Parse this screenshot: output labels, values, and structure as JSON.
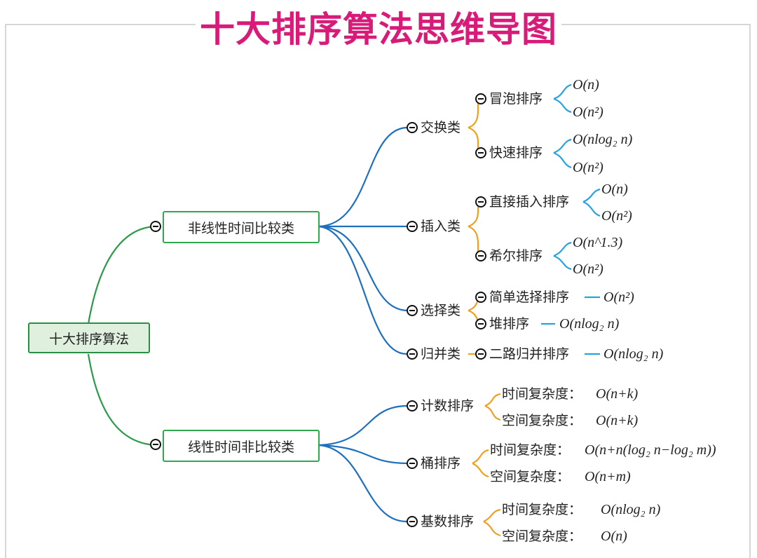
{
  "title": "十大排序算法思维导图",
  "root": {
    "label": "十大排序算法"
  },
  "groups": [
    {
      "label": "非线性时间比较类"
    },
    {
      "label": "线性时间非比较类"
    }
  ],
  "nonlinear": {
    "exchange": {
      "label": "交换类",
      "bubble": {
        "label": "冒泡排序",
        "c1": "O(n)",
        "c2": "O(n²)"
      },
      "quick": {
        "label": "快速排序",
        "c1": "O(nlog₂ n)",
        "c2": "O(n²)"
      }
    },
    "insert": {
      "label": "插入类",
      "direct": {
        "label": "直接插入排序",
        "c1": "O(n)",
        "c2": "O(n²)"
      },
      "shell": {
        "label": "希尔排序",
        "c1": "O(n^1.3)",
        "c2": "O(n²)"
      }
    },
    "select": {
      "label": "选择类",
      "simple": {
        "label": "简单选择排序",
        "c": "O(n²)"
      },
      "heap": {
        "label": "堆排序",
        "c": "O(nlog₂ n)"
      }
    },
    "merge": {
      "label": "归并类",
      "twoway": {
        "label": "二路归并排序",
        "c": "O(nlog₂ n)"
      }
    }
  },
  "linear": {
    "counting": {
      "label": "计数排序",
      "time_label": "时间复杂度：",
      "time": "O(n+k)",
      "space_label": "空间复杂度：",
      "space": "O(n+k)"
    },
    "bucket": {
      "label": "桶排序",
      "time_label": "时间复杂度：",
      "time": "O(n+n(log₂ n−log₂ m))",
      "space_label": "空间复杂度：",
      "space": "O(n+m)"
    },
    "radix": {
      "label": "基数排序",
      "time_label": "时间复杂度：",
      "time": "O(nlog₂ n)",
      "space_label": "空间复杂度：",
      "space": "O(n)"
    }
  },
  "colors": {
    "title": "#d81b79",
    "green": "#2a9a48",
    "blue": "#1f6fbf",
    "orange": "#f0a020",
    "lightblue": "#29a3e0"
  }
}
